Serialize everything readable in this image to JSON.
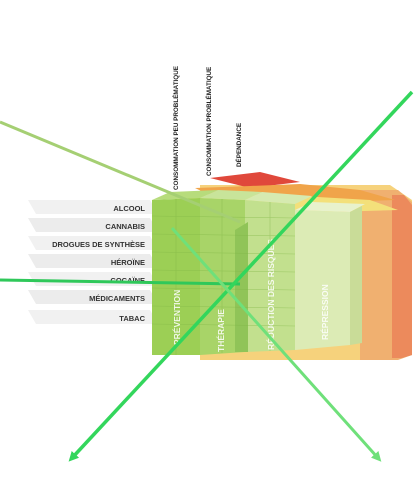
{
  "column_headers": [
    "CONSOMMATION PEU PROBLÉMATIQUE",
    "CONSOMMATION PROBLÉMATIQUE",
    "DÉPENDANCE"
  ],
  "substances": [
    "ALCOOL",
    "CANNABIS",
    "DROGUES DE SYNTHÈSE",
    "HÉROÏNE",
    "COCAÏNE",
    "MÉDICAMENTS",
    "TABAC"
  ],
  "pillars": [
    "PRÉVENTION",
    "THÉRAPIE",
    "RÉDUCTION DES RISQUES",
    "RÉPRESSION"
  ],
  "colors": {
    "pillar_green": "#8cc84b",
    "pillar_light_green": "#bfe08a",
    "pillar_pale_green": "#dcebb5",
    "yellow": "#f3e07a",
    "orange": "#f2a65a",
    "red": "#e0483b",
    "arrow_green": "#33d65c"
  }
}
